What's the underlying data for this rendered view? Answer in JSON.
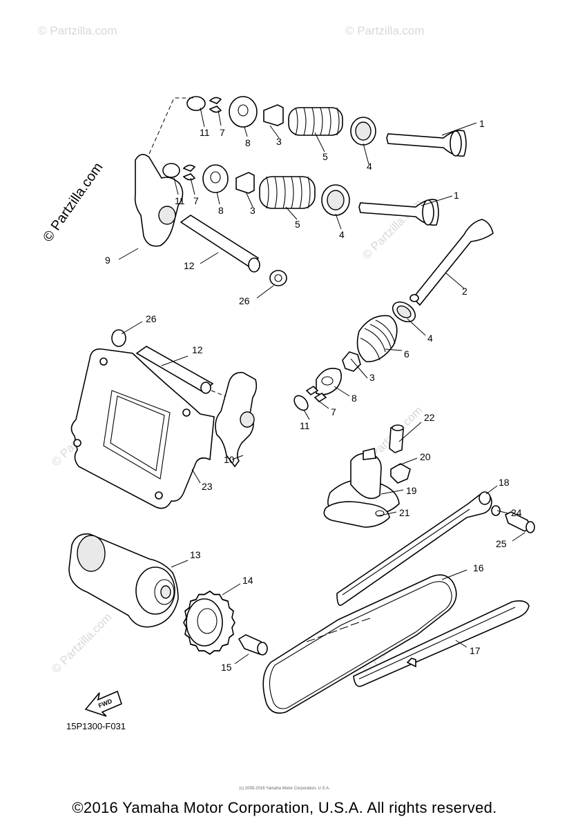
{
  "watermark_text": "© Partzilla.com",
  "diagram_code": "15P1300-F031",
  "fwd_label": "FWD",
  "small_notice": "(c) 2005-2016 Yamaha Motor Corporation, U.S.A.",
  "copyright": "©2016 Yamaha Motor Corporation, U.S.A. All rights reserved.",
  "callouts": {
    "c1a": "1",
    "c1b": "1",
    "c2": "2",
    "c3a": "3",
    "c3b": "3",
    "c3c": "3",
    "c4a": "4",
    "c4b": "4",
    "c4c": "4",
    "c5a": "5",
    "c5b": "5",
    "c6": "6",
    "c7a": "7",
    "c7b": "7",
    "c7c": "7",
    "c8a": "8",
    "c8b": "8",
    "c8c": "8",
    "c9": "9",
    "c10": "10",
    "c11a": "11",
    "c11b": "11",
    "c11c": "11",
    "c12a": "12",
    "c12b": "12",
    "c13": "13",
    "c14": "14",
    "c15": "15",
    "c16": "16",
    "c17": "17",
    "c18": "18",
    "c19": "19",
    "c20": "20",
    "c21": "21",
    "c22": "22",
    "c23": "23",
    "c24": "24",
    "c25": "25",
    "c26a": "26",
    "c26b": "26"
  }
}
